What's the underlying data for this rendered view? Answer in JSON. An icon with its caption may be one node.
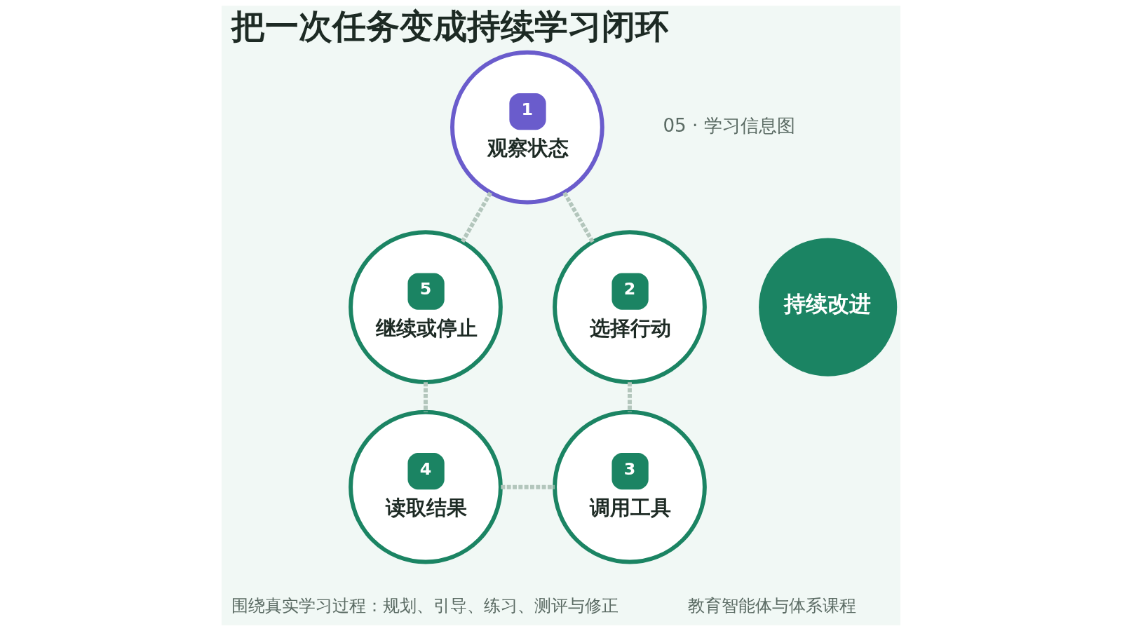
{
  "diagram": {
    "title": "把一次任务变成持续学习闭环",
    "nodes": [
      {
        "text": [
          "1",
          "观察状态"
        ]
      },
      {
        "text": [
          "2",
          "选择行动"
        ]
      },
      {
        "text": [
          "3",
          "调用工具"
        ]
      },
      {
        "text": [
          "4",
          "读取结果"
        ]
      },
      {
        "text": [
          "5",
          "继续或停止"
        ]
      },
      {
        "text": [
          "持续改进"
        ]
      }
    ],
    "edges": [
      {
        "from": 0,
        "to": 1,
        "arrow": "none",
        "style": "dashed"
      },
      {
        "from": 1,
        "to": 2,
        "arrow": "none",
        "style": "dashed"
      },
      {
        "from": 3,
        "to": 2,
        "arrow": "none",
        "style": "dashed"
      },
      {
        "from": 4,
        "to": 3,
        "arrow": "none",
        "style": "dashed"
      },
      {
        "from": 0,
        "to": 4,
        "arrow": "none",
        "style": "dashed"
      }
    ],
    "labels": [
      "05 · 学习信息图",
      "围绕真实学习过程：规划、引导、练习、测评与修正",
      "教育智能体与体系课程"
    ]
  }
}
